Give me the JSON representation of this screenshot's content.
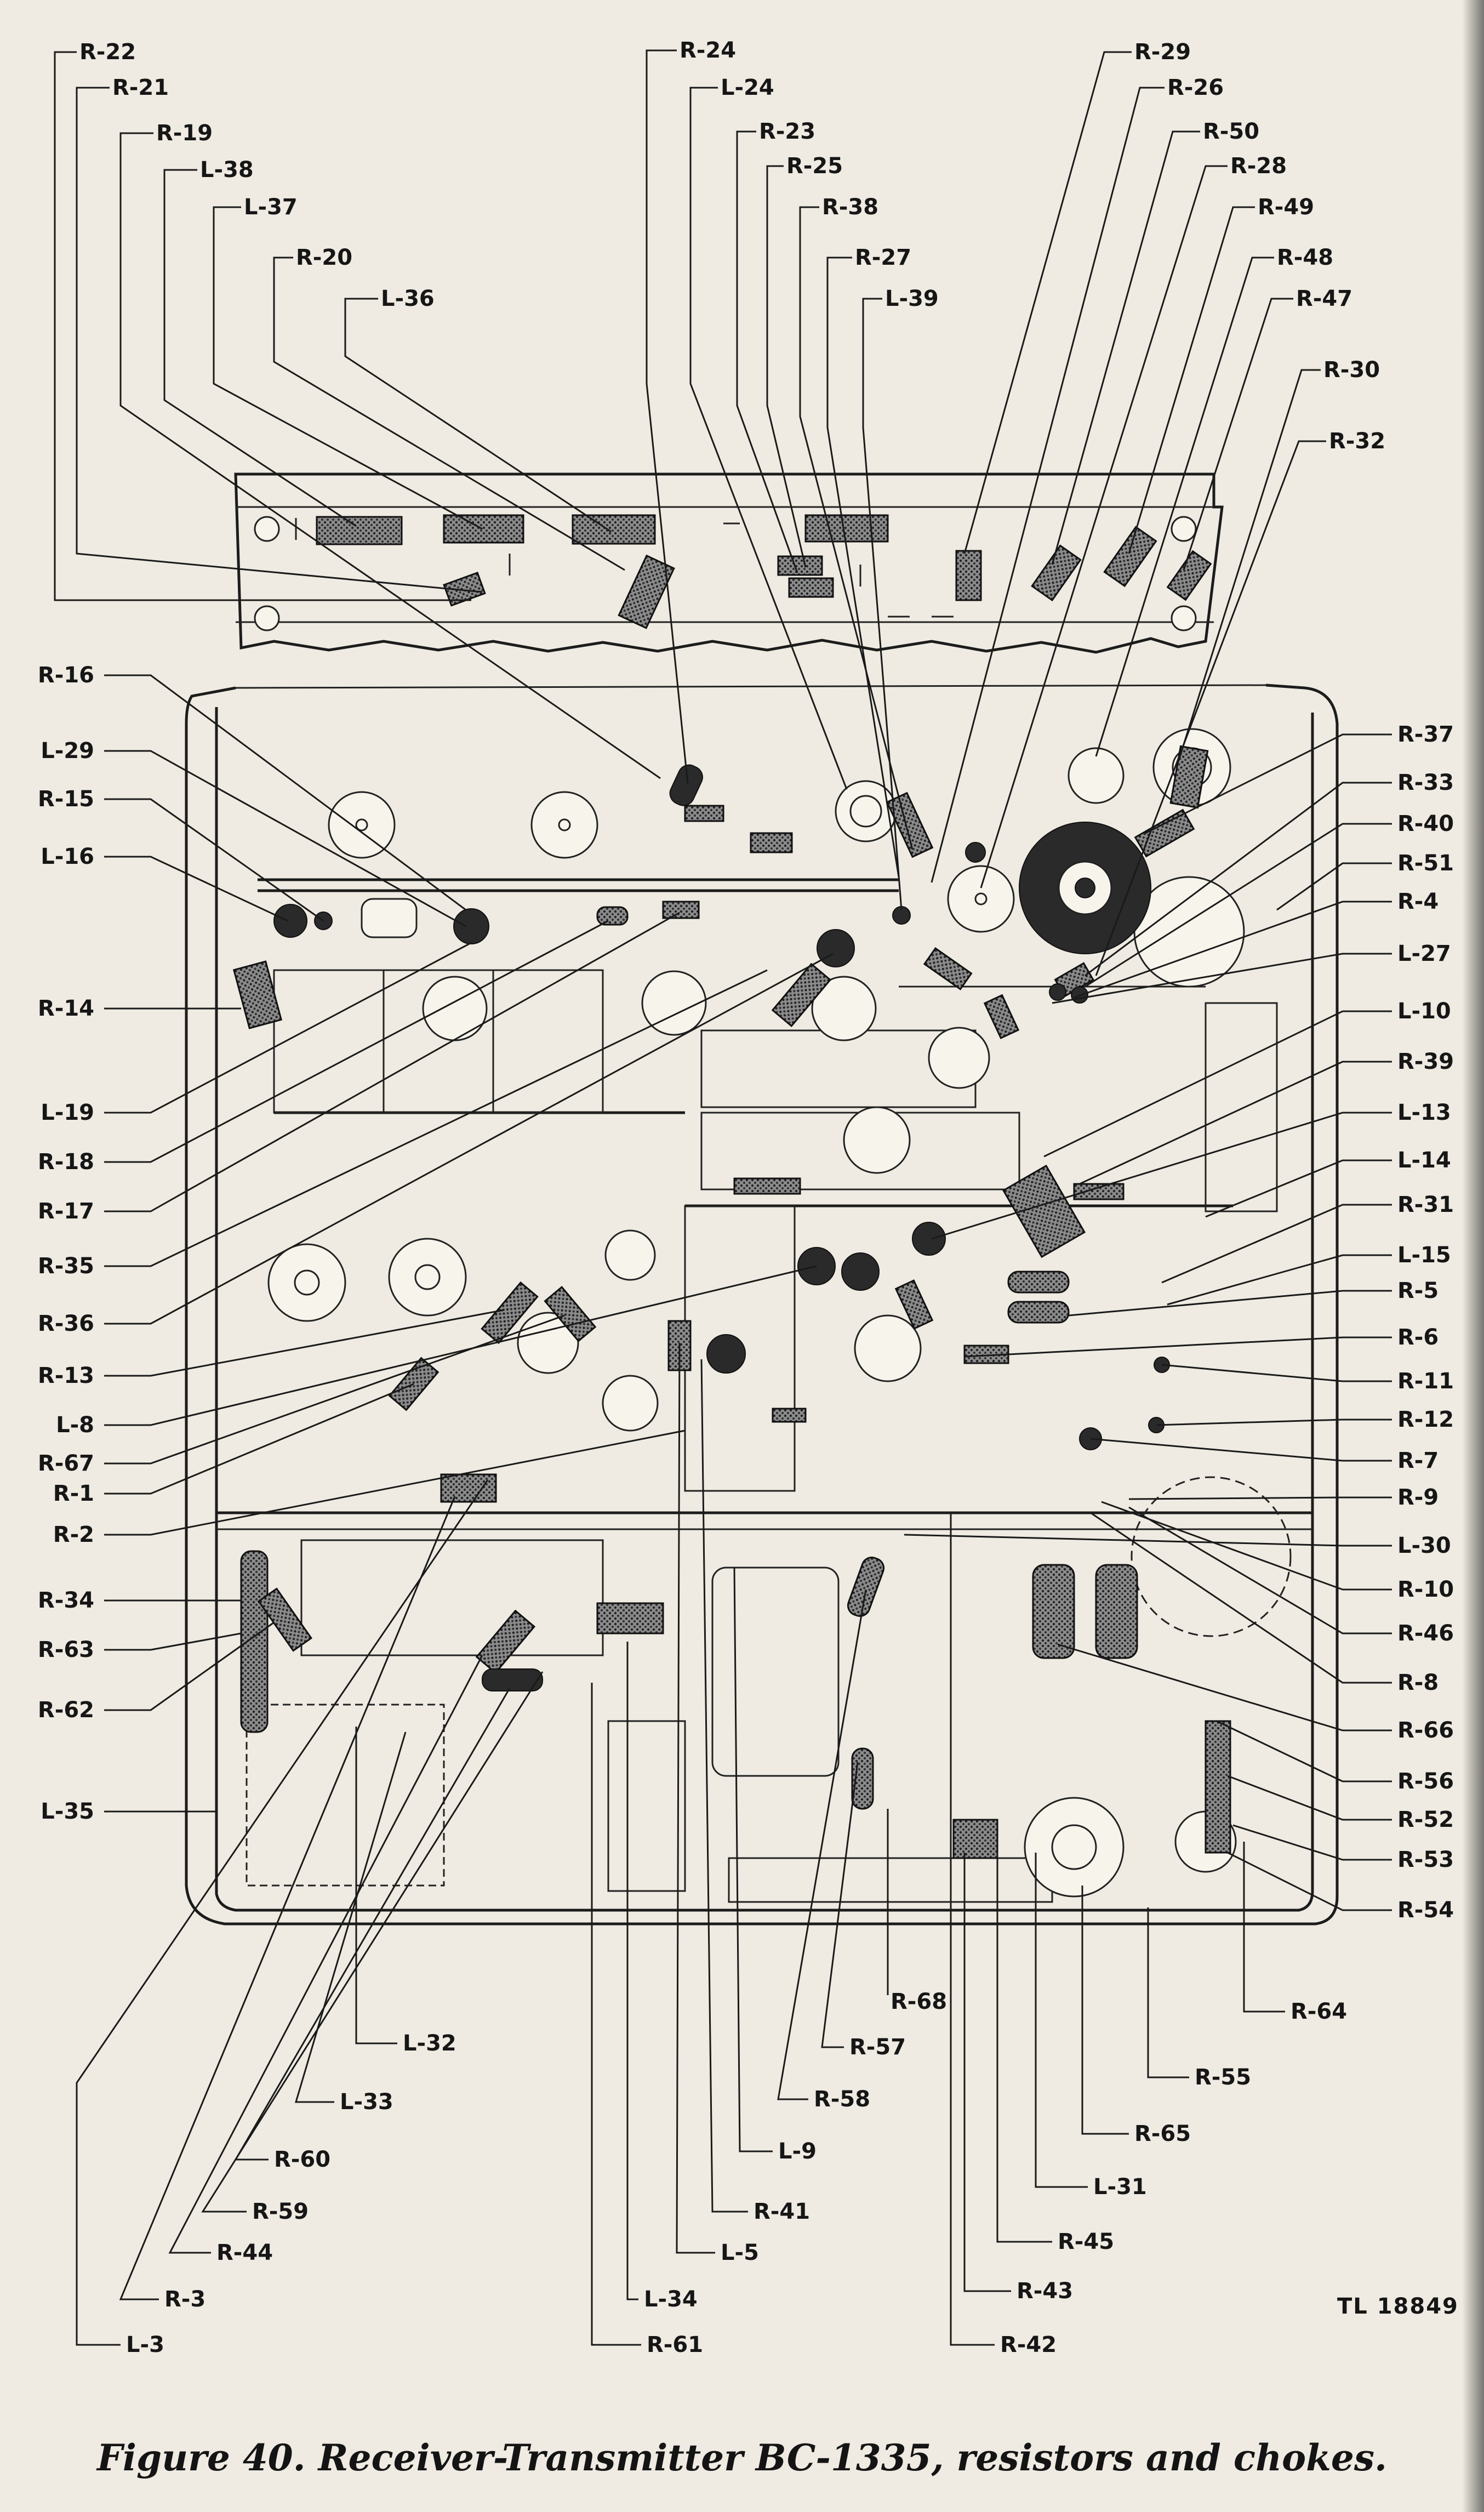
{
  "caption": "Figure 40. Receiver-Transmitter BC-1335, resistors and chokes.",
  "tl_number": "TL 18849",
  "top_labels": [
    "R-22",
    "R-21",
    "R-19",
    "L-38",
    "L-37",
    "R-20",
    "L-36",
    "R-24",
    "L-24",
    "R-23",
    "R-25",
    "R-38",
    "R-27",
    "L-39",
    "R-29",
    "R-26",
    "R-50",
    "R-28",
    "R-49",
    "R-48",
    "R-47",
    "R-30",
    "R-32"
  ],
  "left_labels": [
    "R-16",
    "L-29",
    "R-15",
    "L-16",
    "R-14",
    "L-19",
    "R-18",
    "R-17",
    "R-35",
    "R-36",
    "R-13",
    "L-8",
    "R-67",
    "R-1",
    "R-2",
    "R-34",
    "R-63",
    "R-62",
    "L-35"
  ],
  "right_labels": [
    "R-37",
    "R-33",
    "R-40",
    "R-51",
    "R-4",
    "L-27",
    "L-10",
    "R-39",
    "L-13",
    "L-14",
    "R-31",
    "L-15",
    "R-5",
    "R-6",
    "R-11",
    "R-12",
    "R-7",
    "R-9",
    "L-30",
    "R-10",
    "R-46",
    "R-8",
    "R-66",
    "R-56",
    "R-52",
    "R-53",
    "R-54",
    "R-64"
  ],
  "bottom_labels": [
    "R-68",
    "R-57",
    "R-58",
    "L-9",
    "R-41",
    "L-5",
    "L-34",
    "R-61",
    "R-55",
    "R-65",
    "L-31",
    "R-45",
    "R-43",
    "R-42",
    "L-32",
    "L-33",
    "R-60",
    "R-59",
    "R-44",
    "R-3",
    "L-3"
  ]
}
